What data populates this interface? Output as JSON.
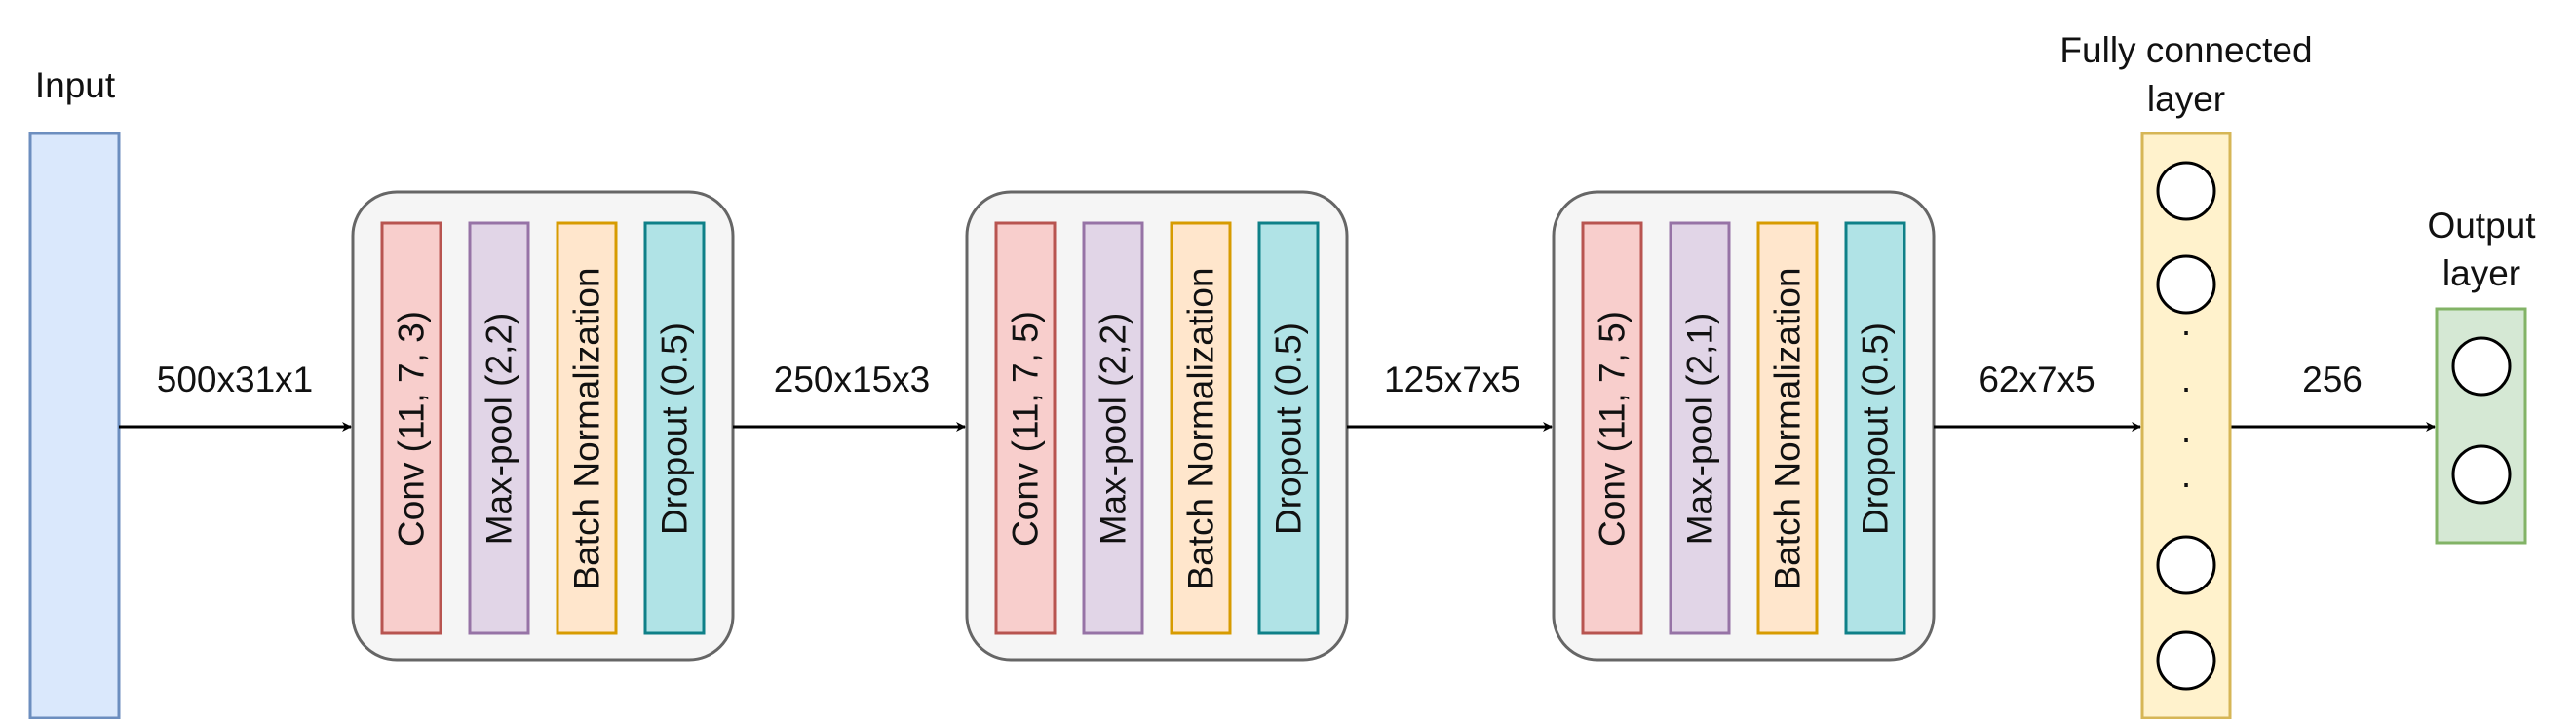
{
  "input": {
    "label": "Input",
    "fill": "#dae8fc",
    "stroke": "#6c8ebf"
  },
  "blocks": [
    {
      "layers": [
        "Conv (11, 7, 3)",
        "Max-pool (2,2)",
        "Batch Normalization",
        "Dropout (0.5)"
      ]
    },
    {
      "layers": [
        "Conv (11, 7, 5)",
        "Max-pool (2,2)",
        "Batch Normalization",
        "Dropout (0.5)"
      ]
    },
    {
      "layers": [
        "Conv (11, 7, 5)",
        "Max-pool (2,1)",
        "Batch Normalization",
        "Dropout (0.5)"
      ]
    }
  ],
  "arrows": [
    "500x31x1",
    "250x15x3",
    "125x7x5",
    "62x7x5",
    "256"
  ],
  "fc_layer": {
    "label_line1": "Fully connected",
    "label_line2": "layer",
    "dots": "·",
    "fill": "#fff2cc",
    "stroke": "#d6b656"
  },
  "output_layer": {
    "label_line1": "Output",
    "label_line2": "layer",
    "fill": "#d5e8d4",
    "stroke": "#82b366"
  },
  "colors": {
    "block_fill": "#f5f5f5",
    "block_stroke": "#666666",
    "conv_fill": "#f8cecc",
    "conv_stroke": "#b85450",
    "pool_fill": "#e1d5e7",
    "pool_stroke": "#9673a6",
    "bn_fill": "#ffe6cc",
    "bn_stroke": "#d79b00",
    "drop_fill": "#b0e3e6",
    "drop_stroke": "#0e8088"
  }
}
